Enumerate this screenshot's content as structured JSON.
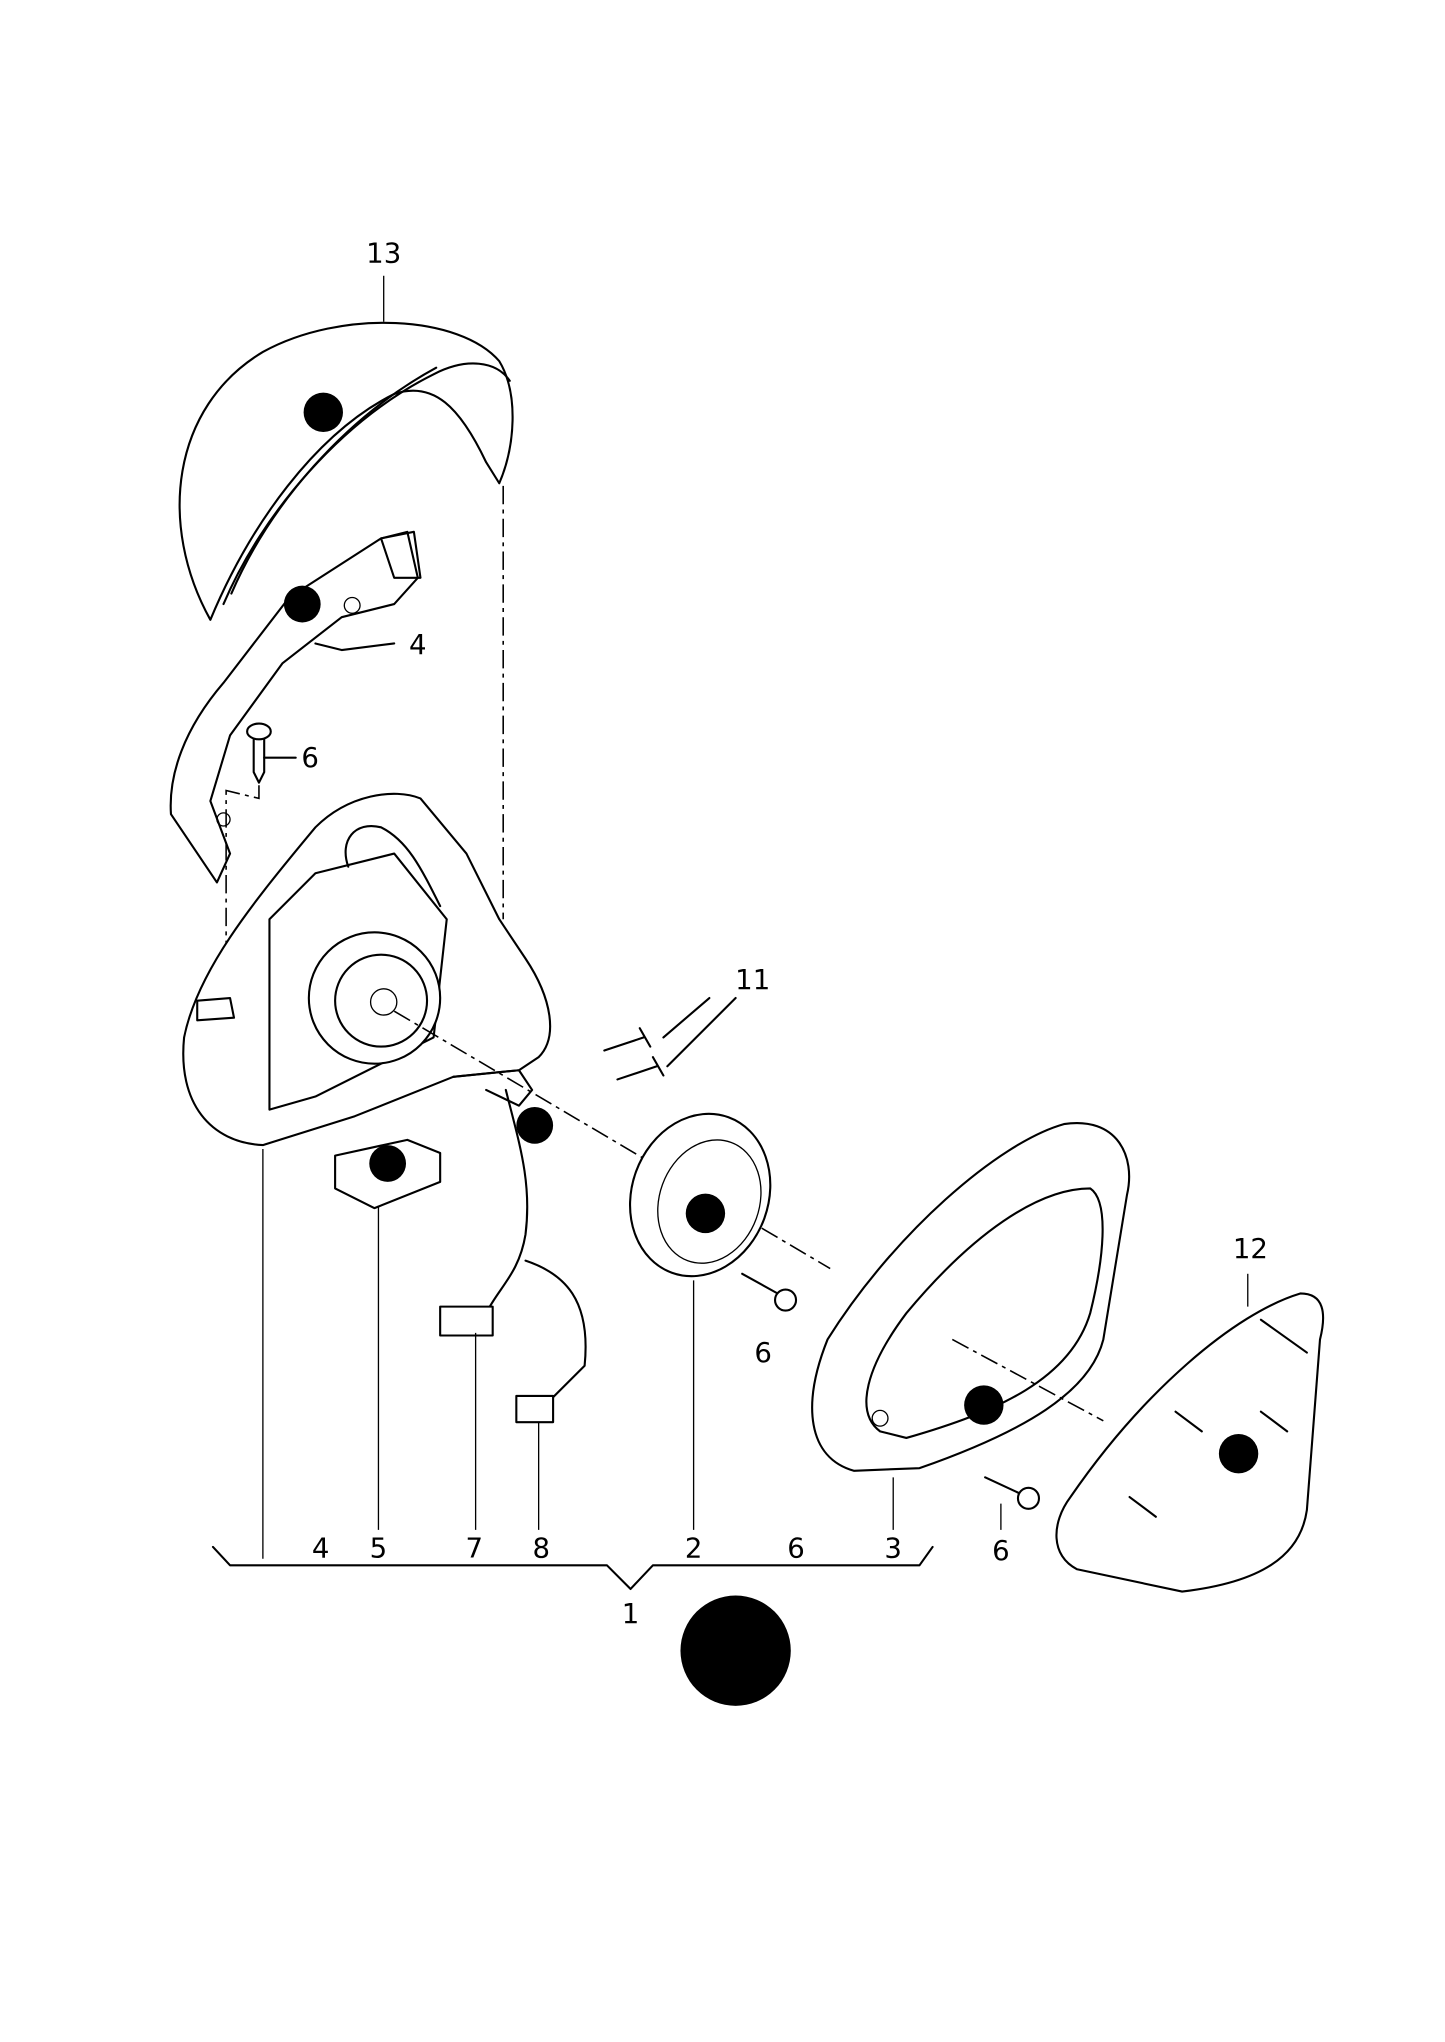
{
  "diagram": {
    "title": "Exterior mirror exploded parts diagram",
    "callouts": {
      "c13": "13",
      "c4_top": "4",
      "c6_top": "6",
      "c11": "11",
      "c12": "12",
      "c6_mid": "6",
      "c6_right": "6",
      "c4_bottom": "4",
      "c5": "5",
      "c7": "7",
      "c8": "8",
      "c2": "2",
      "c6_bottom": "6",
      "c3": "3",
      "c1": "1"
    },
    "line_color": "#000000",
    "background": "#ffffff"
  }
}
